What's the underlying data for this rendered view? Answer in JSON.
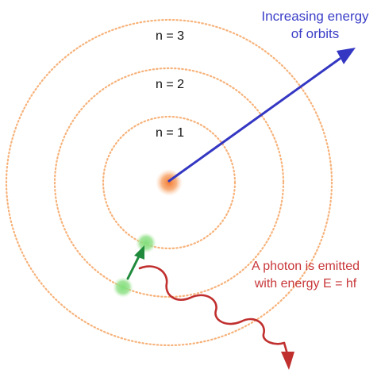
{
  "orbits": [
    {
      "label": "n = 1"
    },
    {
      "label": "n = 2"
    },
    {
      "label": "n = 3"
    }
  ],
  "energy_annotation": {
    "line1": "Increasing energy",
    "line2": "of orbits"
  },
  "photon_annotation": {
    "line1": "A photon is emitted",
    "line2": "with energy E = hf"
  },
  "colors": {
    "orbit": "#f7b27a",
    "nucleus": "#f59a5a",
    "electron": "#5fcf5a",
    "transition_arrow": "#1f8a3c",
    "energy_arrow": "#3437c2",
    "photon": "#c0302f"
  }
}
